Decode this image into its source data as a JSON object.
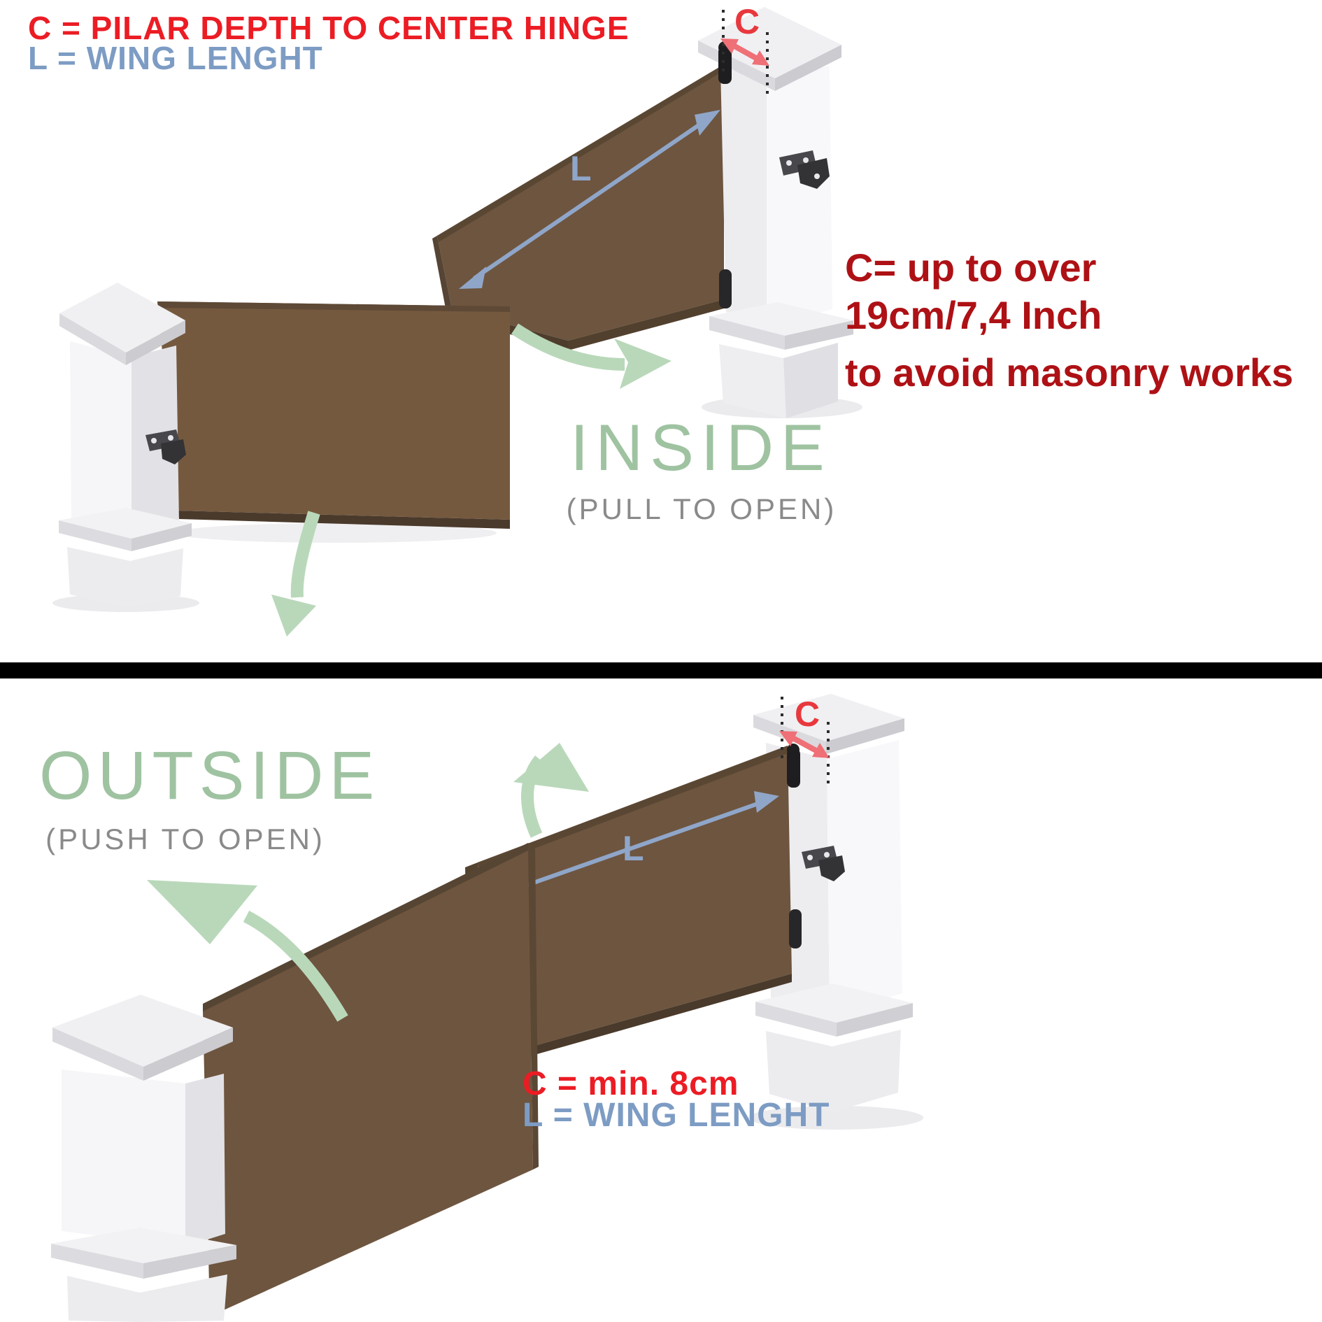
{
  "colors": {
    "legend_red": "#ec1c24",
    "legend_blue": "#7d9cc4",
    "note_dark_red": "#ae1115",
    "c_label_red": "#e8383d",
    "red_arrow": "#ef7076",
    "l_arrow_blue": "#8fa6c9",
    "green_text": "#9fc3a1",
    "green_arrow": "#b9d8ba",
    "gray_text": "#8a8a8a",
    "gate_brown": "#6e553f",
    "gate_edge_dark": "#54432f",
    "divider_black": "#000000"
  },
  "top": {
    "legend_c": "C = PILAR DEPTH TO CENTER HINGE",
    "legend_l": "L = WING LENGHT",
    "pillar_c_label": "C",
    "wing_l_label": "L",
    "title": "INSIDE",
    "subtitle": "(PULL  TO OPEN)",
    "note_line1": "C= up to over",
    "note_line2": "19cm/7,4 Inch",
    "note_line3": "to avoid masonry works"
  },
  "bottom": {
    "title": "OUTSIDE",
    "subtitle": "(PUSH TO OPEN)",
    "pillar_c_label": "C",
    "wing_l_label": "L",
    "note_c": "C = min. 8cm",
    "note_l": "L = WING LENGHT"
  }
}
